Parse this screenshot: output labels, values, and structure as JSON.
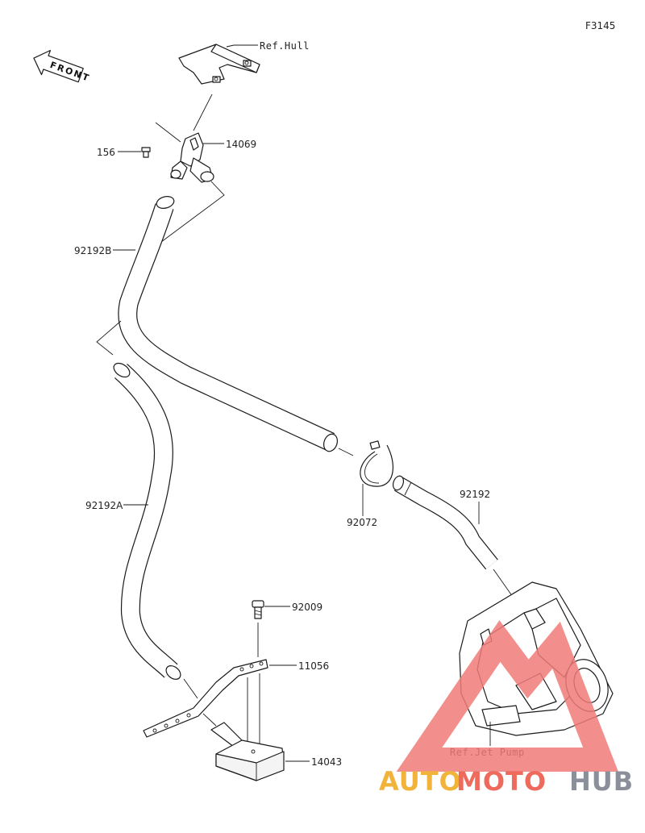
{
  "figure_code": "F3145",
  "front_label": "FRONT",
  "refs": {
    "hull": "Ref.Hull",
    "jet_pump": "Ref.Jet Pump"
  },
  "parts": {
    "p156": "156",
    "p14069": "14069",
    "p92192B": "92192B",
    "p92192A": "92192A",
    "p92072": "92072",
    "p92192": "92192",
    "p92009": "92009",
    "p11056": "11056",
    "p14043": "14043"
  },
  "watermark": {
    "part1": "AUTO",
    "part2": "MOTO",
    "part3": "HUB",
    "colors": {
      "triangle": "#f07a78",
      "auto": "#f2b33a",
      "moto": "#ee6a5c",
      "hub": "#8a8f99"
    }
  }
}
